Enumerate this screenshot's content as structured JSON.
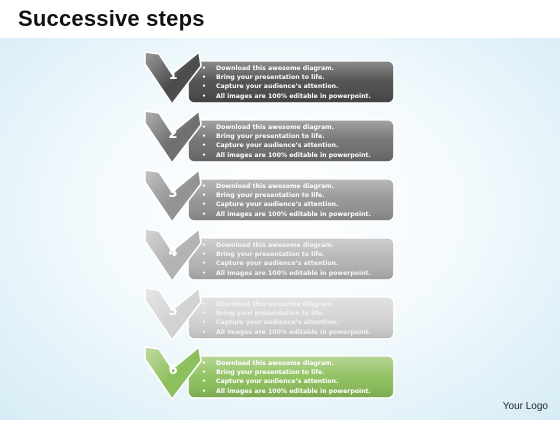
{
  "title": "Successive steps",
  "logo": "Your Logo",
  "colors": {
    "step1": "#4a4a4a",
    "step2": "#6e6e6e",
    "step3": "#929292",
    "step4": "#b2b2b2",
    "step5": "#d2d2d2",
    "step6": "#8cbf5a"
  },
  "steps": [
    {
      "number": "1",
      "lines": [
        "Download  this awesome diagram.",
        "Bring your presentation to life.",
        "Capture your audience’s attention.",
        "All images are 100% editable in powerpoint."
      ]
    },
    {
      "number": "2",
      "lines": [
        "Download  this awesome diagram.",
        "Bring your presentation to life.",
        "Capture your audience’s attention.",
        "All images are 100% editable in powerpoint."
      ]
    },
    {
      "number": "3",
      "lines": [
        "Download  this awesome diagram.",
        "Bring your presentation to life.",
        "Capture your audience’s attention.",
        "All images are 100% editable in powerpoint."
      ]
    },
    {
      "number": "4",
      "lines": [
        "Download  this awesome diagram.",
        "Bring your presentation to life.",
        "Capture your audience’s attention.",
        "All images are 100% editable in powerpoint."
      ]
    },
    {
      "number": "5",
      "lines": [
        "Download  this awesome diagram.",
        "Bring your presentation to life.",
        "Capture your audience’s attention.",
        "All images are 100% editable in powerpoint."
      ]
    },
    {
      "number": "6",
      "lines": [
        "Download  this awesome diagram.",
        "Bring your presentation to life.",
        "Capture your audience’s attention.",
        "All images are 100% editable in powerpoint."
      ]
    }
  ]
}
